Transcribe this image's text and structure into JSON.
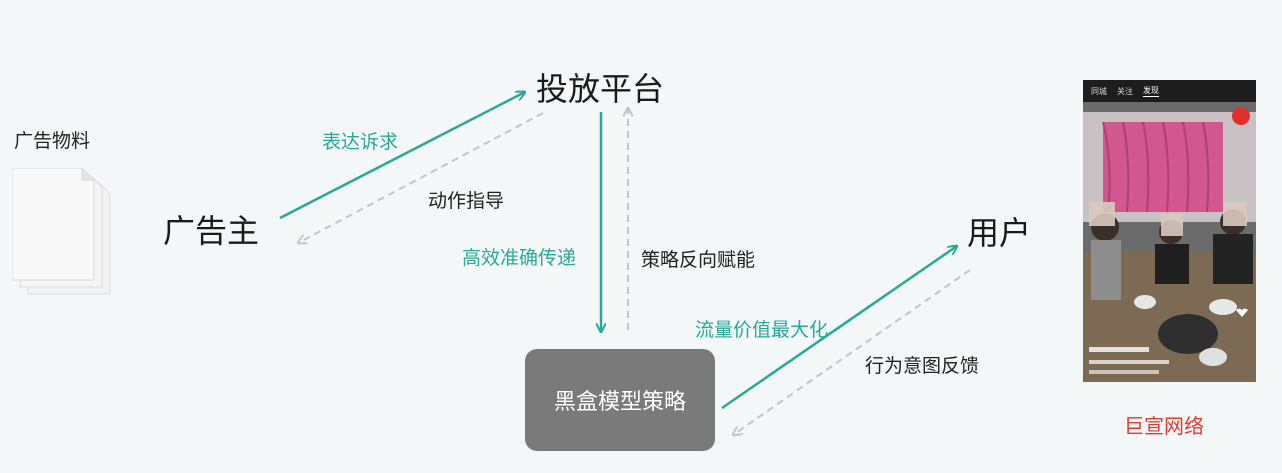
{
  "nodes": {
    "advertiser": "广告主",
    "platform": "投放平台",
    "user": "用户",
    "blackbox": "黑盒模型策略",
    "materials": "广告物料"
  },
  "edges": {
    "express_demand": "表达诉求",
    "action_guide": "动作指导",
    "efficient_delivery": "高效准确传递",
    "strategy_feedback": "策略反向赋能",
    "traffic_value": "流量价值最大化",
    "behavior_feedback": "行为意图反馈"
  },
  "phone": {
    "tabs": [
      "同城",
      "关注",
      "发现"
    ]
  },
  "brand": "巨宣网络",
  "colors": {
    "teal": "#2aa89a",
    "gray_dashed": "#c4c4c4",
    "blackbox_fill": "#7a7a7a",
    "brand_red": "#e03b2f"
  }
}
